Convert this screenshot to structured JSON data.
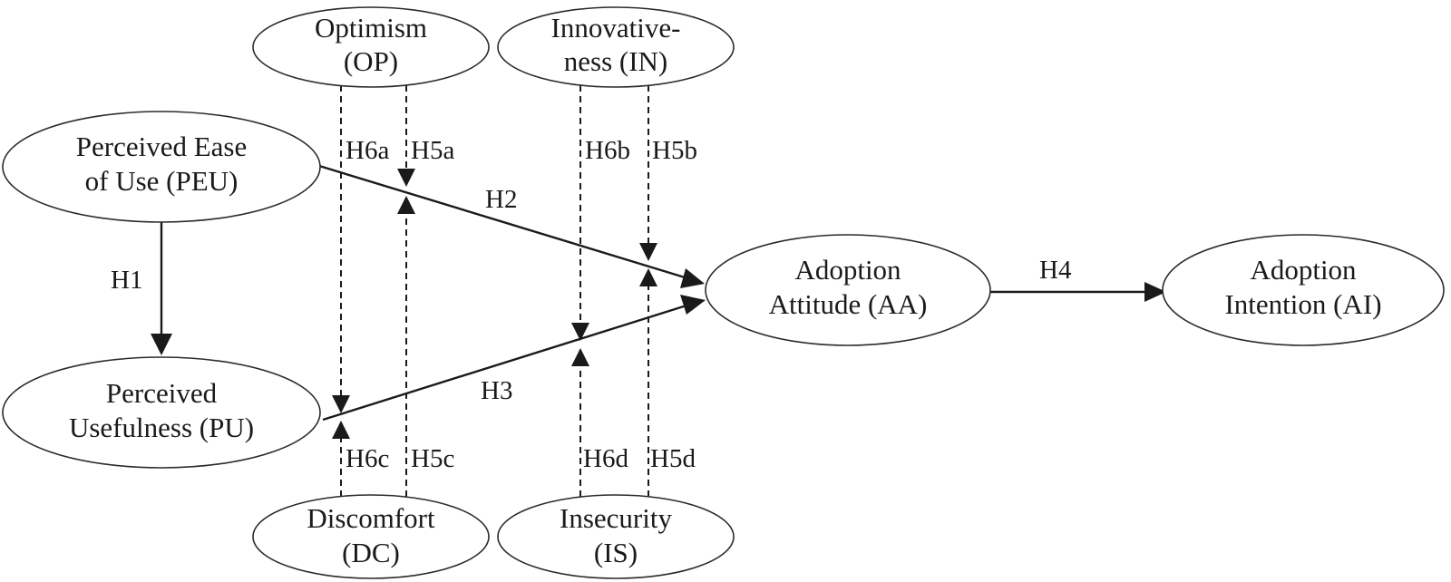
{
  "nodes": {
    "optimism": {
      "line1": "Optimism",
      "line2": "(OP)"
    },
    "innovativeness": {
      "line1": "Innovative-",
      "line2": "ness (IN)"
    },
    "peu": {
      "line1": "Perceived Ease",
      "line2": "of Use (PEU)"
    },
    "pu": {
      "line1": "Perceived",
      "line2": "Usefulness (PU)"
    },
    "aa": {
      "line1": "Adoption",
      "line2": "Attitude (AA)"
    },
    "ai": {
      "line1": "Adoption",
      "line2": "Intention (AI)"
    },
    "discomfort": {
      "line1": "Discomfort",
      "line2": "(DC)"
    },
    "insecurity": {
      "line1": "Insecurity",
      "line2": "(IS)"
    }
  },
  "hypotheses": {
    "h1": "H1",
    "h2": "H2",
    "h3": "H3",
    "h4": "H4",
    "h5a": "H5a",
    "h5b": "H5b",
    "h5c": "H5c",
    "h5d": "H5d",
    "h6a": "H6a",
    "h6b": "H6b",
    "h6c": "H6c",
    "h6d": "H6d"
  }
}
